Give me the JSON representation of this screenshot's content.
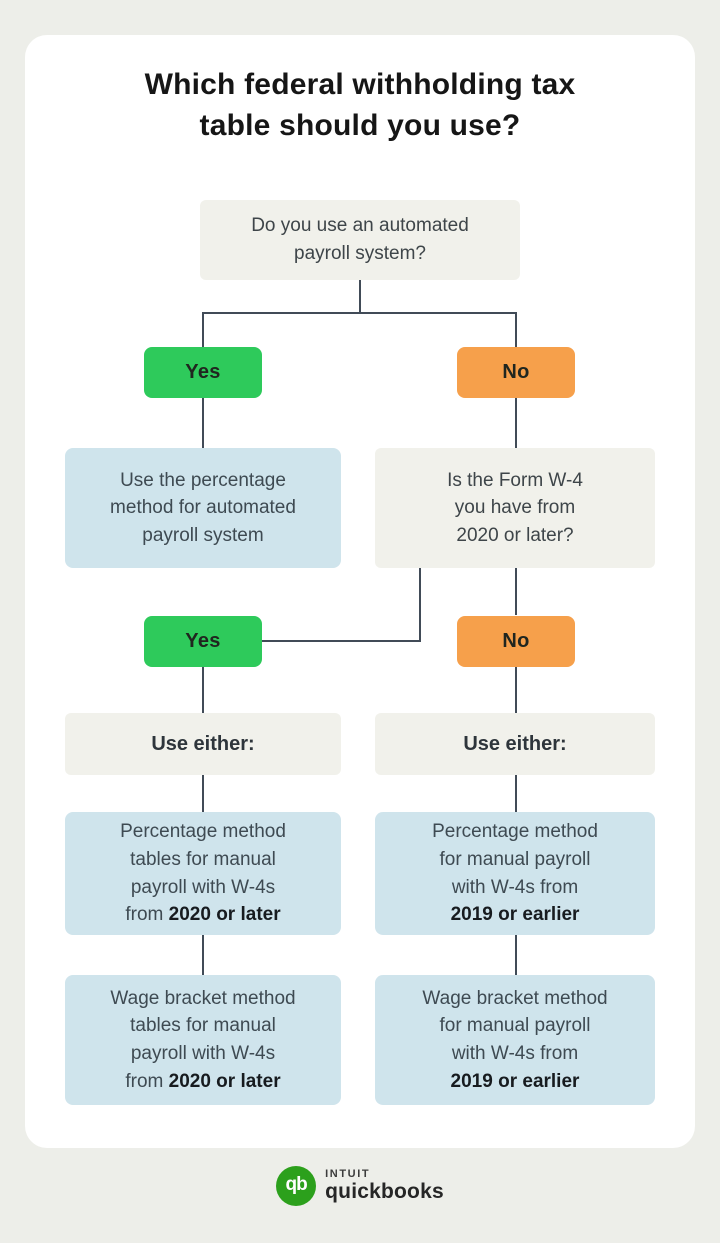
{
  "title": "Which federal withholding tax\ntable should you use?",
  "colors": {
    "page_background": "#edeee9",
    "card_background": "#ffffff",
    "question_box": "#f1f1eb",
    "result_box": "#cfe4ec",
    "yes_green": "#2eca5b",
    "no_orange": "#f6a04b",
    "connector_line": "#414b57",
    "quickbooks_green": "#2ca01c"
  },
  "flowchart": {
    "question1": "Do you use an automated\npayroll system?",
    "branch1": {
      "yes": "Yes",
      "no": "No"
    },
    "yes1_result": "Use the percentage\nmethod for automated\npayroll system",
    "question2": "Is the Form W-4\nyou have from\n2020 or later?",
    "branch2": {
      "yes": "Yes",
      "no": "No"
    },
    "left_header": "Use either:",
    "right_header": "Use either:",
    "left_option1": {
      "text": "Percentage method\ntables for manual\npayroll with W-4s\nfrom ",
      "bold": "2020 or later"
    },
    "left_option2": {
      "text": "Wage bracket method\ntables for manual\npayroll with W-4s\nfrom ",
      "bold": "2020 or later"
    },
    "right_option1": {
      "text": "Percentage method\nfor manual payroll\nwith W-4s from\n",
      "bold": "2019 or earlier"
    },
    "right_option2": {
      "text": "Wage bracket method\nfor manual payroll\nwith W-4s from\n",
      "bold": "2019 or earlier"
    }
  },
  "footer": {
    "logo_monogram": "qb",
    "brand_primary": "INTUIT",
    "brand_secondary": "quickbooks"
  }
}
